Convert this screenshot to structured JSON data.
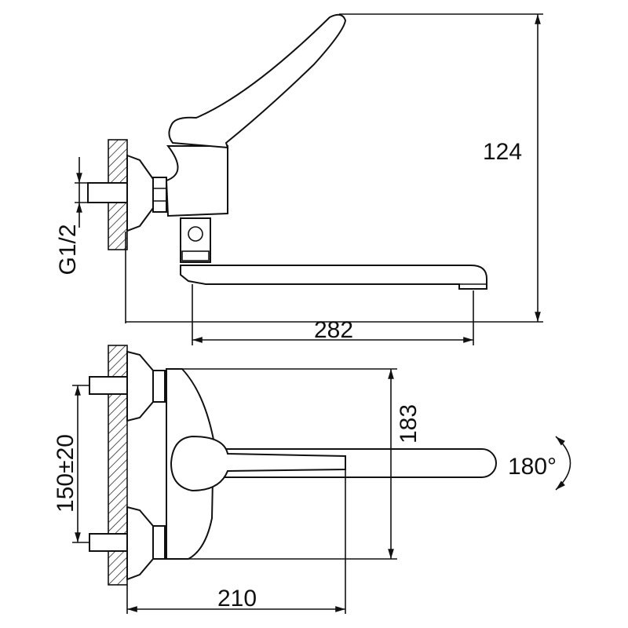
{
  "drawing": {
    "top_view": {
      "height_dim": "124",
      "spout_reach_dim": "282",
      "thread_dim": "G1/2"
    },
    "front_view": {
      "body_height_dim": "183",
      "inlet_spacing_dim": "150±20",
      "spout_swivel": "180°",
      "wall_to_lever_dim": "210"
    },
    "colors": {
      "line": "#111111",
      "background": "#ffffff"
    }
  }
}
